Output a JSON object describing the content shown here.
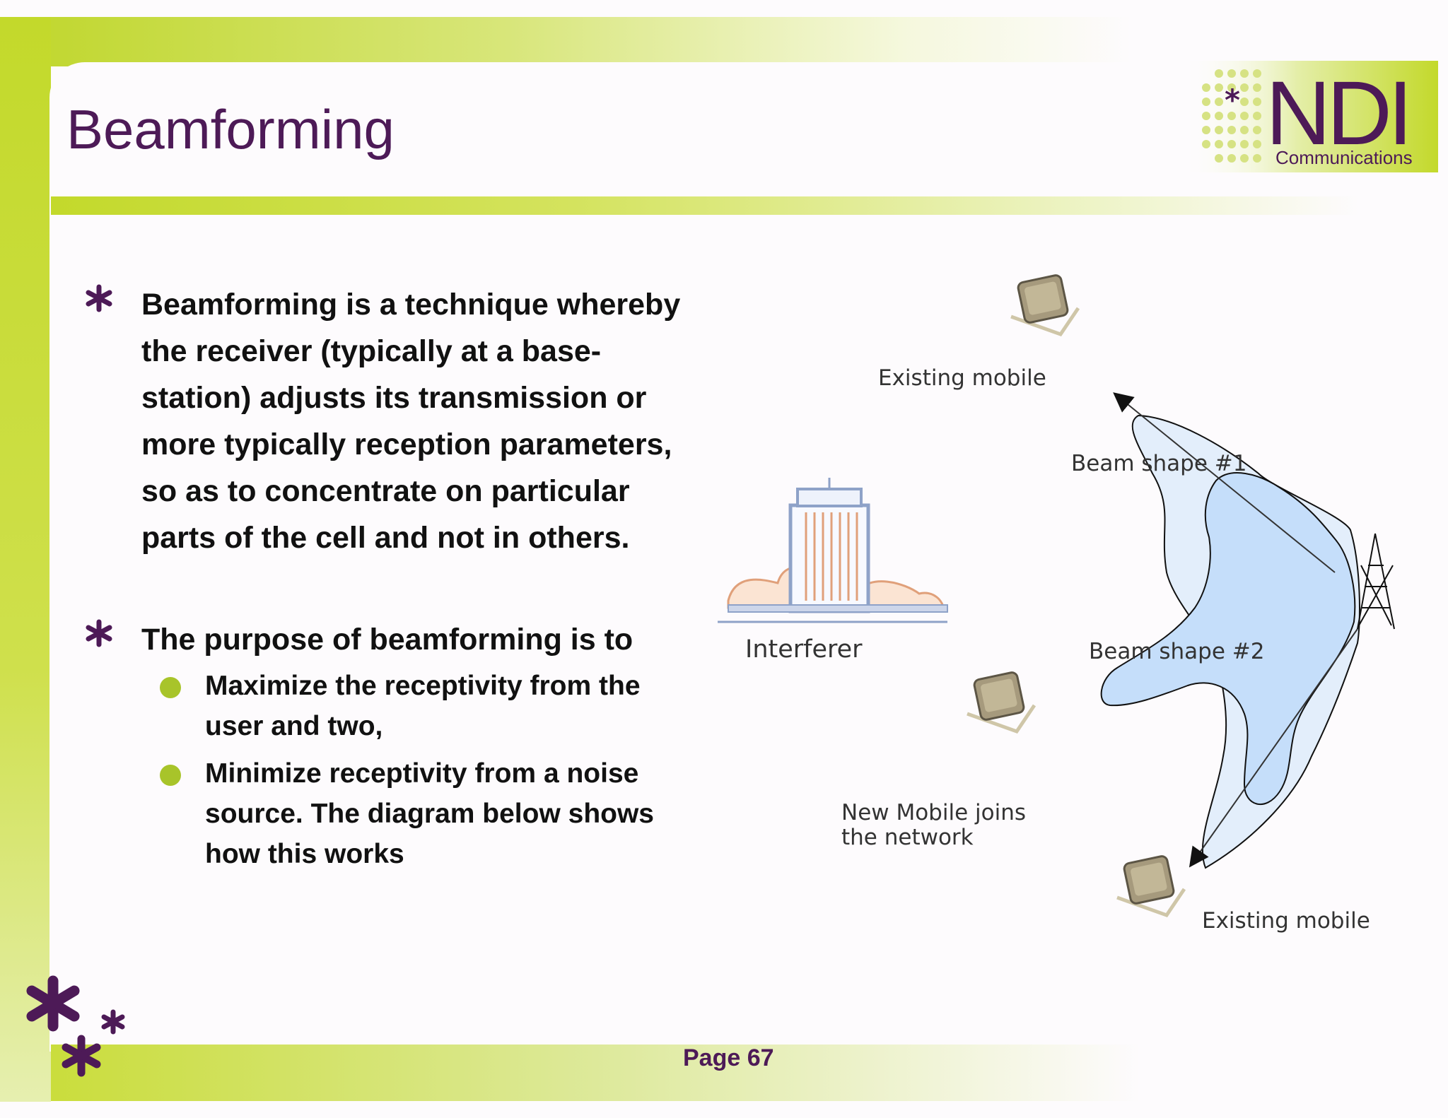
{
  "slide": {
    "title": "Beamforming",
    "logo": {
      "brand": "NDI",
      "tagline": "Communications"
    },
    "bullets": [
      {
        "text": "Beamforming is a technique whereby the receiver (typically at a base-station) adjusts its transmission or more typically reception parameters, so as to concentrate on particular parts of the cell and not in others."
      },
      {
        "text": "The purpose of beamforming is to",
        "sub": [
          "Maximize the receptivity from the user and two,",
          "Minimize receptivity from a noise source. The diagram below shows how this works"
        ]
      }
    ],
    "diagram": {
      "labels": {
        "existing_top": "Existing mobile",
        "beam1": "Beam shape #1",
        "beam2": "Beam shape #2",
        "interferer": "Interferer",
        "new_mobile_line1": "New Mobile joins",
        "new_mobile_line2": "the network",
        "existing_bottom": "Existing mobile"
      }
    },
    "page_label": "Page 67",
    "colors": {
      "accent_green": "#c3d92b",
      "title_purple": "#4d1a57",
      "beam_light": "#e3eefb",
      "beam_dark": "#c5defa"
    },
    "icons": [
      "asterisk-bullet-icon",
      "green-dot-bullet-icon",
      "mobile-device-icon",
      "building-icon",
      "tower-icon"
    ]
  }
}
